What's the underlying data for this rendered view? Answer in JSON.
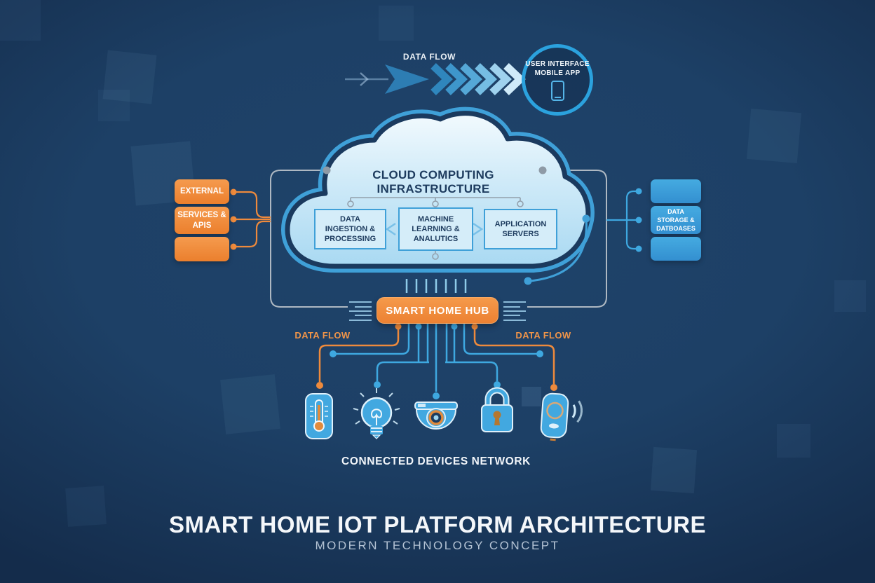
{
  "colors": {
    "background": "#1d4066",
    "accent_orange": "#ee8a3c",
    "accent_blue": "#3ea8e0",
    "cloud_border": "#3fa0d8",
    "cloud_fill": "#cfeaf8",
    "frame_gray": "#aeb8c2",
    "navy_text": "#1d3b5e"
  },
  "top_flow": {
    "label": "DATA FLOW"
  },
  "user_interface": {
    "line1": "USER INTERFACE",
    "line2": "MOBILE APP",
    "icon": "mobile-phone-icon"
  },
  "cloud": {
    "title": "CLOUD COMPUTING INFRASTRUCTURE",
    "boxes": [
      {
        "label": "DATA INGESTION & PROCESSING"
      },
      {
        "label": "MACHINE LEARNING & ANALUTICS"
      },
      {
        "label": "APPLICATION SERVERS"
      }
    ]
  },
  "external_services": {
    "boxes": [
      {
        "label": "EXTERNAL"
      },
      {
        "label": "SERVICES & APIS"
      },
      {
        "label": ""
      }
    ]
  },
  "data_storage": {
    "boxes": [
      {
        "label": ""
      },
      {
        "label": "DATA STORAGE & DATBOASES"
      },
      {
        "label": ""
      }
    ]
  },
  "hub": {
    "label": "SMART HOME HUB"
  },
  "flow_labels": {
    "left": "DATA FLOW",
    "right": "DATA FLOW"
  },
  "devices": {
    "caption": "CONNECTED DEVICES NETWORK",
    "icons": [
      "thermostat-icon",
      "light-bulb-icon",
      "security-camera-icon",
      "smart-lock-icon",
      "smart-speaker-icon"
    ]
  },
  "footer": {
    "title": "SMART HOME IOT PLATFORM ARCHITECTURE",
    "subtitle": "MODERN TECHNOLOGY CONCEPT"
  }
}
